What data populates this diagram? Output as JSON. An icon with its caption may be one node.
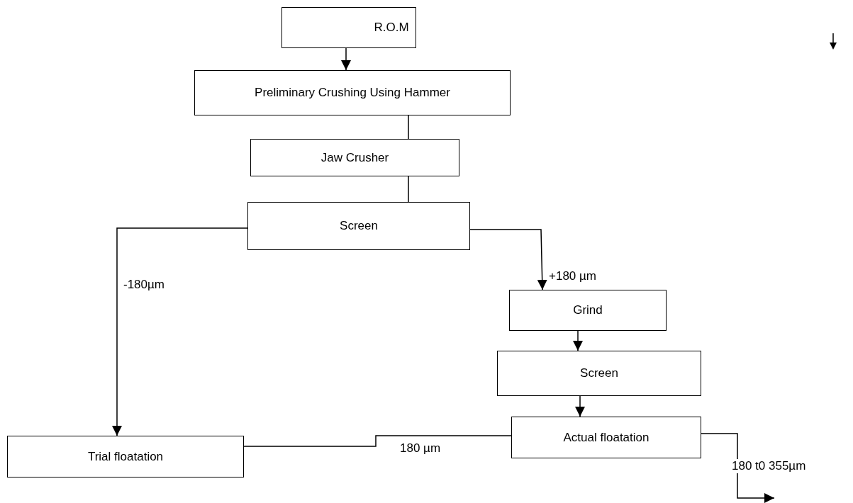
{
  "diagram": {
    "nodes": [
      {
        "text": [
          "R.O.M"
        ]
      },
      {
        "text": [
          "Preliminary Crushing Using Hammer"
        ]
      },
      {
        "text": [
          "Jaw Crusher"
        ]
      },
      {
        "text": [
          "Screen"
        ]
      },
      {
        "text": [
          "Grind"
        ]
      },
      {
        "text": [
          "Screen"
        ]
      },
      {
        "text": [
          "Actual floatation"
        ]
      },
      {
        "text": [
          "Trial floatation"
        ]
      }
    ],
    "edges": [
      {
        "from": 0,
        "to": 1,
        "arrow": "to"
      },
      {
        "from": 1,
        "to": 2,
        "arrow": "none"
      },
      {
        "from": 2,
        "to": 3,
        "arrow": "none"
      },
      {
        "from": 3,
        "to": 7,
        "arrow": "to",
        "label": "-180µm"
      },
      {
        "from": 3,
        "to": 4,
        "arrow": "to",
        "label": "+180 µm"
      },
      {
        "from": 4,
        "to": 5,
        "arrow": "to"
      },
      {
        "from": 5,
        "to": 6,
        "arrow": "to"
      },
      {
        "from": 7,
        "to": 6,
        "arrow": "none",
        "label": "180 µm"
      },
      {
        "from": 6,
        "to": null,
        "arrow": "to",
        "label": "180 t0 355µm"
      }
    ]
  }
}
